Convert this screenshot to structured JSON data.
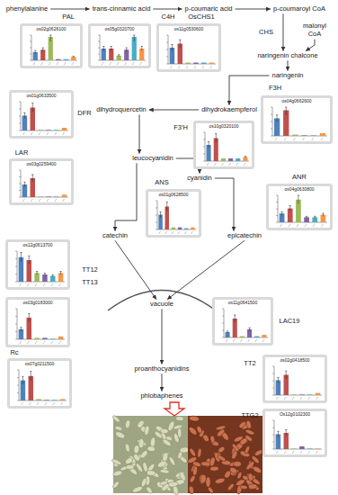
{
  "diagram": {
    "nodes": [
      {
        "text": [
          "phenylalanine"
        ]
      },
      {
        "text": [
          "trans-cinnamic acid"
        ]
      },
      {
        "text": [
          "p-coumaric acid"
        ]
      },
      {
        "text": [
          "p-coumaroyl CoA"
        ]
      },
      {
        "text": [
          "malonyl CoA"
        ]
      },
      {
        "text": [
          "naringenin chalcone"
        ]
      },
      {
        "text": [
          "naringenin"
        ]
      },
      {
        "text": [
          "dihydrokaempferol"
        ]
      },
      {
        "text": [
          "dihydroquercetin"
        ]
      },
      {
        "text": [
          "leucocyanidin"
        ]
      },
      {
        "text": [
          "cyanidin"
        ]
      },
      {
        "text": [
          "catechin"
        ]
      },
      {
        "text": [
          "epicatechin"
        ]
      },
      {
        "text": [
          "vacuole"
        ]
      },
      {
        "text": [
          "proanthocyanidins"
        ]
      },
      {
        "text": [
          "phlobaphenes"
        ]
      },
      {
        "text": [
          "PAL",
          "os02g0626100"
        ]
      },
      {
        "text": [
          "C4H",
          "os05g0320700"
        ]
      },
      {
        "text": [
          "OsCHS1",
          "os11g0530600"
        ]
      },
      {
        "text": [
          "F3H",
          "os04g0662600"
        ]
      },
      {
        "text": [
          "DFR",
          "os01g0633500"
        ]
      },
      {
        "text": [
          "F3'H",
          "os10g0320100"
        ]
      },
      {
        "text": [
          "LAR",
          "os03g0259400"
        ]
      },
      {
        "text": [
          "ANS",
          "os01g0628500"
        ]
      },
      {
        "text": [
          "ANR",
          "os04g0630800"
        ]
      },
      {
        "text": [
          "TT12",
          "os12g0613700"
        ]
      },
      {
        "text": [
          "TT13",
          "os03g0183000"
        ]
      },
      {
        "text": [
          "LAC19",
          "os11g0641500"
        ]
      },
      {
        "text": [
          "Rc",
          "os07g0211500"
        ]
      },
      {
        "text": [
          "TT2",
          "os02g0418500"
        ]
      },
      {
        "text": [
          "TTG2",
          "Os12g0102300"
        ]
      }
    ],
    "edges": [
      {
        "from": 0,
        "to": 1,
        "arrow": "to"
      },
      {
        "from": 1,
        "to": 2,
        "arrow": "to"
      },
      {
        "from": 2,
        "to": 3,
        "arrow": "to"
      },
      {
        "from": 3,
        "to": 5,
        "label": "CHS",
        "arrow": "to"
      },
      {
        "from": 4,
        "to": 5,
        "arrow": "to"
      },
      {
        "from": 5,
        "to": 6,
        "arrow": "to"
      },
      {
        "from": 6,
        "to": 7,
        "arrow": "to"
      },
      {
        "from": 7,
        "to": 8,
        "arrow": "to"
      },
      {
        "from": 8,
        "to": 9,
        "arrow": "to"
      },
      {
        "from": 9,
        "to": 10,
        "arrow": "to"
      },
      {
        "from": 9,
        "to": 11,
        "arrow": "to"
      },
      {
        "from": 10,
        "to": 12,
        "arrow": "to"
      },
      {
        "from": 11,
        "to": 13,
        "arrow": "to"
      },
      {
        "from": 12,
        "to": 13,
        "arrow": "to"
      },
      {
        "from": 13,
        "to": 14,
        "arrow": "to"
      },
      {
        "from": 14,
        "to": 15,
        "arrow": "to"
      }
    ]
  }
}
